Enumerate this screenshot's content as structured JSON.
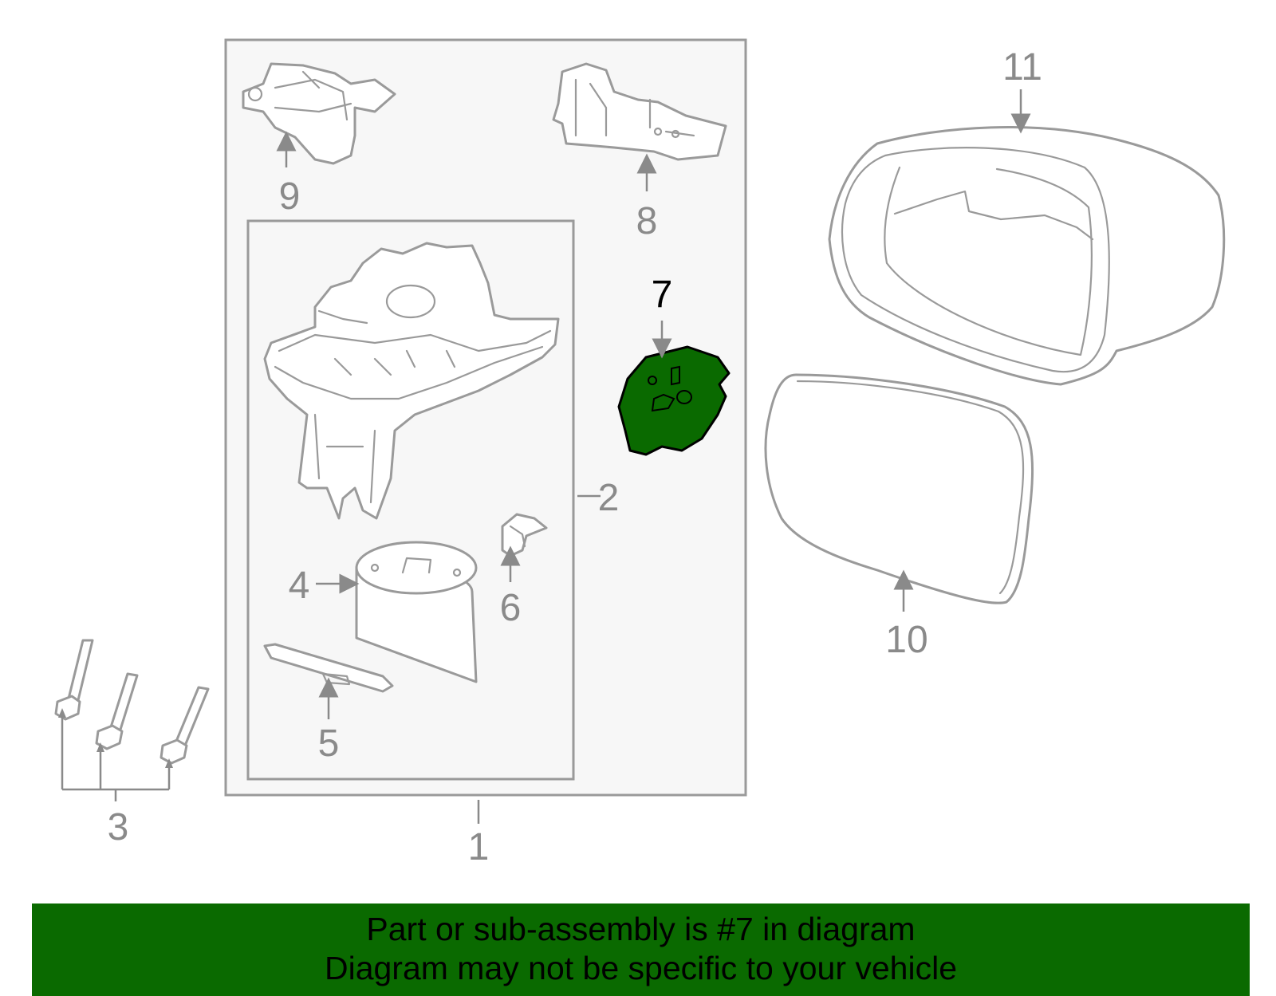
{
  "callouts": {
    "c1": "1",
    "c2": "2",
    "c3": "3",
    "c4": "4",
    "c5": "5",
    "c6": "6",
    "c7": "7",
    "c8": "8",
    "c9": "9",
    "c10": "10",
    "c11": "11"
  },
  "highlight": {
    "part_number": "7",
    "fill_color": "#0a6a00"
  },
  "colors": {
    "line": "#9a9a9a",
    "box_fill": "#f7f7f7",
    "banner": "#0a6a00",
    "text": "#000000"
  },
  "banner": {
    "line1": "Part or sub-assembly is #7 in diagram",
    "line2": "Diagram may not be specific to your vehicle"
  }
}
